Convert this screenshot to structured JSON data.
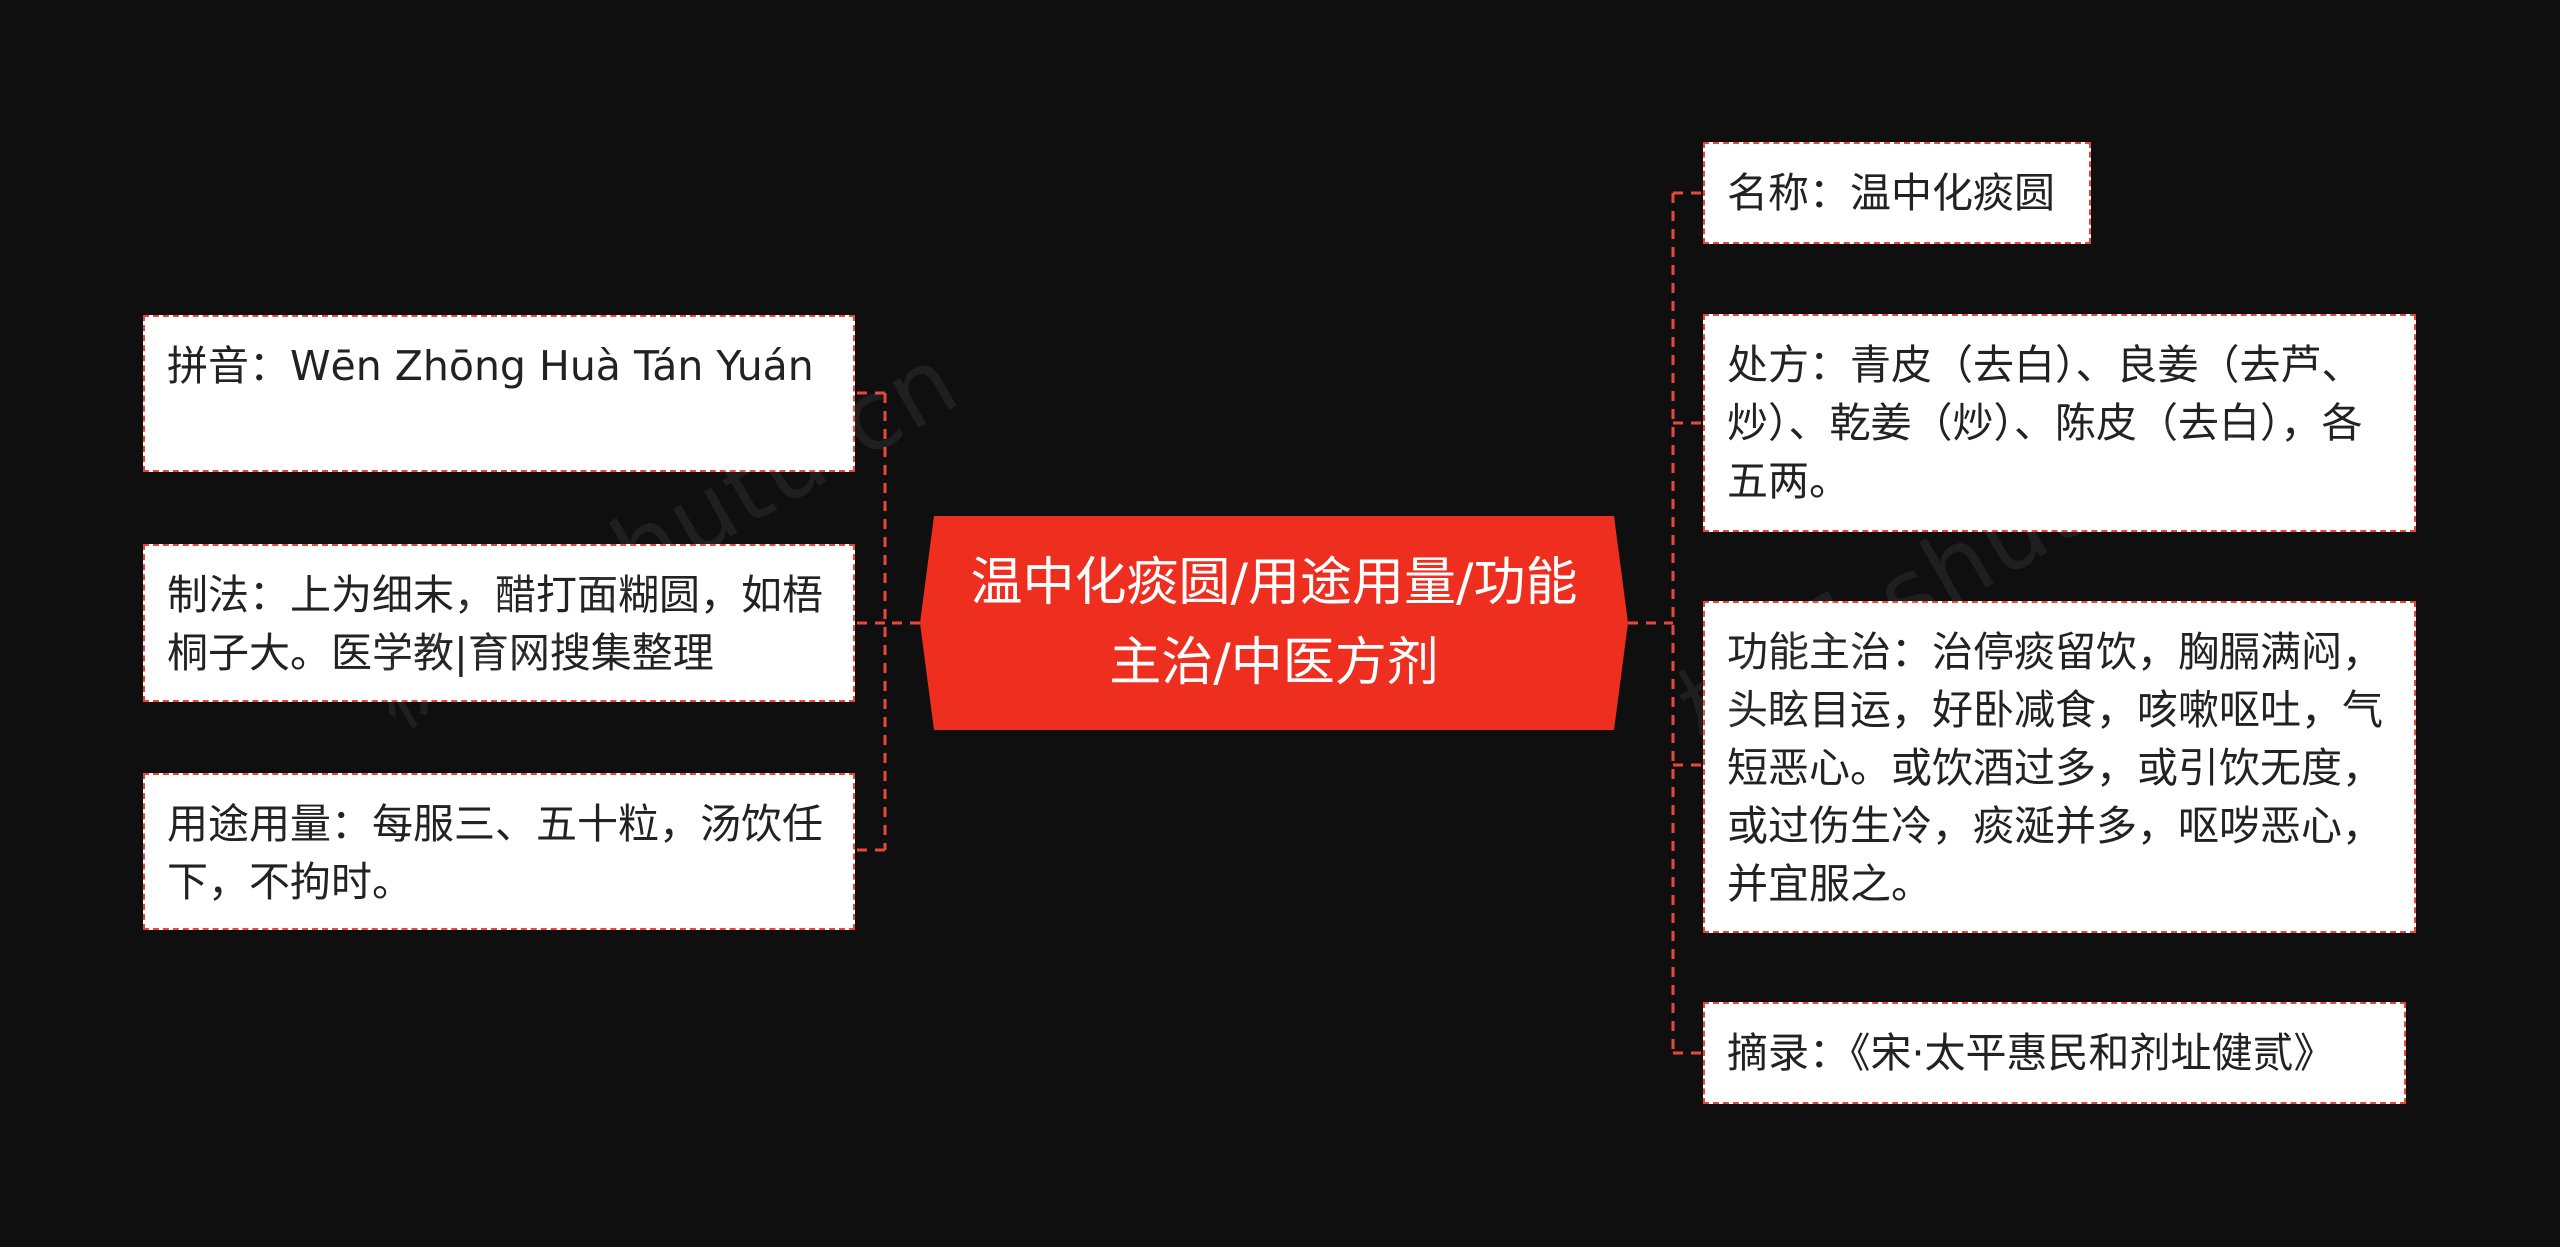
{
  "center": {
    "title": "温中化痰圆/用途用量/功能主治/中医方剂"
  },
  "left_nodes": [
    {
      "text": "拼音：Wēn Zhōng Huà Tán Yuán"
    },
    {
      "text": "制法：上为细末，醋打面糊圆，如梧桐子大。医学教|育网搜集整理"
    },
    {
      "text": "用途用量：每服三、五十粒，汤饮任下，不拘时。"
    }
  ],
  "right_nodes": [
    {
      "text": "名称：温中化痰圆"
    },
    {
      "text": "处方：青皮（去白）、良姜（去芦、炒）、乾姜（炒）、陈皮（去白），各五两。"
    },
    {
      "text": "功能主治：治停痰留饮，胸膈满闷，头眩目运，好卧减食，咳嗽呕吐，气短恶心。或饮酒过多，或引饮无度，或过伤生冷，痰涎并多，呕哕恶心，并宜服之。"
    },
    {
      "text": "摘录：《宋·太平惠民和剂址健贰》"
    }
  ],
  "watermark": [
    "树图 shutu.cn",
    "树图 shutu.cn"
  ],
  "colors": {
    "background": "#0f0f10",
    "center_fill": "#ee2f20",
    "connector": "#e8473a",
    "node_fill": "#ffffff",
    "node_border": "#e8473a"
  }
}
